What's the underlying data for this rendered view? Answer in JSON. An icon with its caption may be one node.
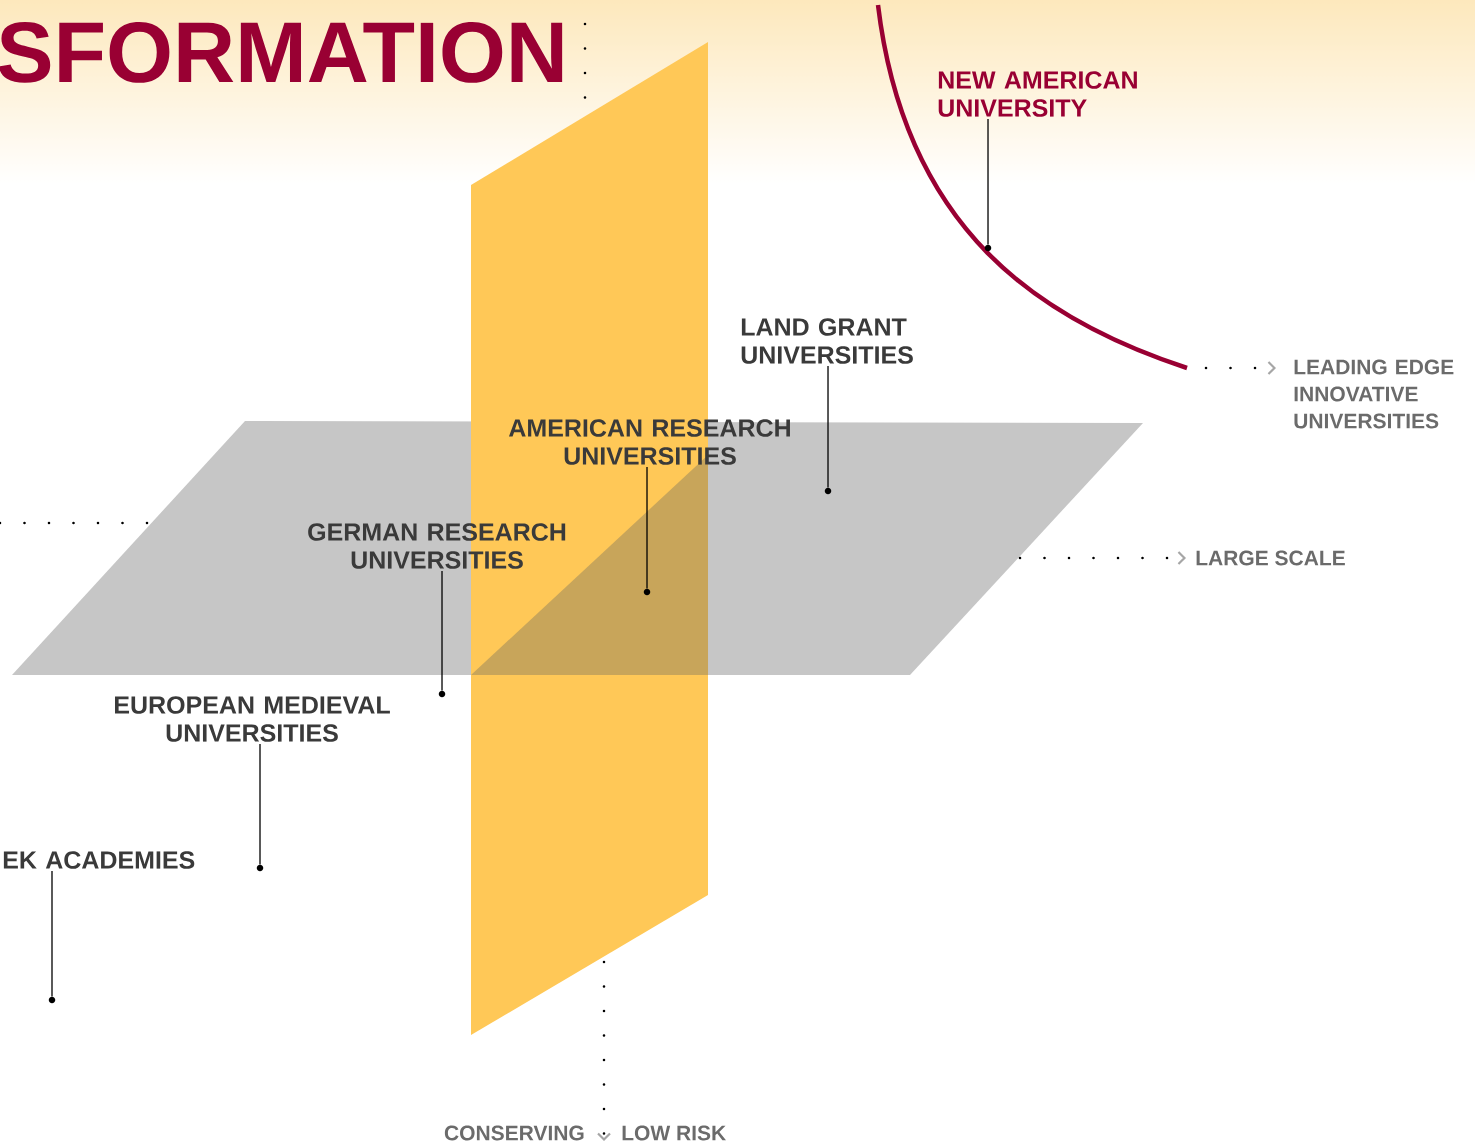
{
  "diagram": {
    "title": "SFORMATION",
    "nodes": [
      {
        "text": [
          "NEW AMERICAN UNIVERSITY"
        ]
      },
      {
        "text": [
          "LAND GRANT UNIVERSITIES"
        ]
      },
      {
        "text": [
          "AMERICAN RESEARCH UNIVERSITIES"
        ]
      },
      {
        "text": [
          "GERMAN RESEARCH UNIVERSITIES"
        ]
      },
      {
        "text": [
          "EUROPEAN MEDIEVAL UNIVERSITIES"
        ]
      },
      {
        "text": [
          "EK ACADEMIES"
        ]
      },
      {
        "text": [],
        "shape": "circle"
      },
      {
        "text": [],
        "shape": "circle"
      },
      {
        "text": [],
        "shape": "circle"
      },
      {
        "text": [],
        "shape": "circle"
      },
      {
        "text": [],
        "shape": "circle"
      },
      {
        "text": [],
        "shape": "circle"
      }
    ],
    "edges": [
      {
        "from": 0,
        "to": 6,
        "arrow": "none"
      },
      {
        "from": 1,
        "to": 7,
        "arrow": "none"
      },
      {
        "from": 2,
        "to": 8,
        "arrow": "none"
      },
      {
        "from": 3,
        "to": 9,
        "arrow": "none"
      },
      {
        "from": 4,
        "to": 10,
        "arrow": "none"
      },
      {
        "from": 5,
        "to": 11,
        "arrow": "none"
      }
    ],
    "labels": [
      "LEADING EDGE INNOVATIVE UNIVERSITIES",
      "LARGE SCALE",
      "CONSERVING",
      "LOW RISK"
    ]
  }
}
